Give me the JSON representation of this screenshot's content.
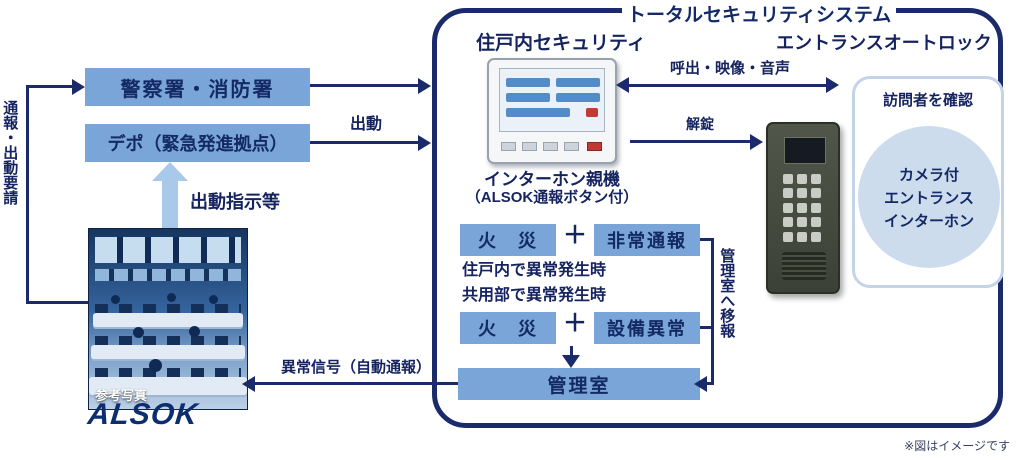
{
  "diagram": {
    "title": "トータルセキュリティシステム",
    "note": "※図はイメージです"
  },
  "left": {
    "police_box": "警察署・消防署",
    "depot_box": "デポ（緊急発進拠点）",
    "dispatch_order_label": "出動指示等",
    "report_vertical_label": "通報・出動要請",
    "dispatch_arrow_label": "出動",
    "photo_caption": "参考写真",
    "logo_text": "ALSOK"
  },
  "building": {
    "unit_section_heading": "住戸内セキュリティ",
    "entrance_section_heading": "エントランスオートロック",
    "panel_caption_line1": "インターホン親機",
    "panel_caption_line2": "（ALSOK通報ボタン付）",
    "call_arrow_label": "呼出・映像・音声",
    "unlock_arrow_label": "解錠",
    "entrance_box_heading": "訪問者を確認",
    "entrance_circle_line1": "カメラ付",
    "entrance_circle_line2": "エントランス",
    "entrance_circle_line3": "インターホン",
    "fire_box1": "火　災",
    "plus1": "＋",
    "emergency_box": "非常通報",
    "mid_caption1": "住戸内で異常発生時",
    "mid_caption2": "共用部で異常発生時",
    "fire_box2": "火　災",
    "plus2": "＋",
    "equipment_box": "設備異常",
    "control_room_box": "管理室",
    "relay_vertical_label": "管理室へ移報",
    "signal_arrow_label": "異常信号（自動通報）"
  }
}
